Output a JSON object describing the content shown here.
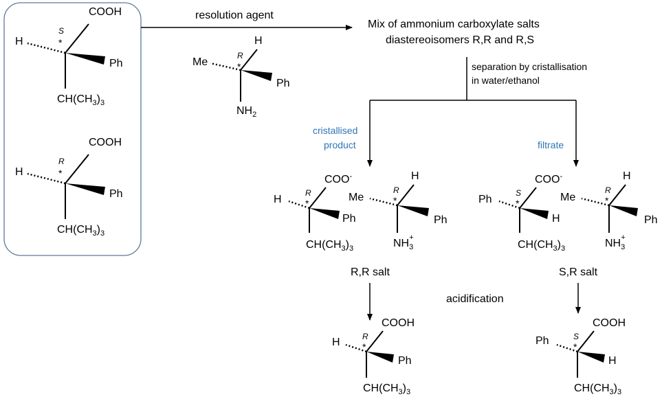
{
  "labels": {
    "resolution_agent": "resolution agent",
    "mix_line1": "Mix of  ammonium carboxylate salts",
    "mix_line2": "diastereoisomers R,R and R,S",
    "separation_line1": "separation by cristallisation",
    "separation_line2": "in water/ethanol",
    "cristallised_line1": "cristallised",
    "cristallised_line2": "product",
    "filtrate": "filtrate",
    "rr_salt": "R,R salt",
    "sr_salt": "S,R salt",
    "acidification": "acidification"
  },
  "chem": {
    "COOH": "COOH",
    "COO": "COO",
    "minus": "-",
    "H": "H",
    "Ph": "Ph",
    "Me": "Me",
    "NH": "NH",
    "two": "2",
    "three": "3",
    "plus": "+",
    "CH_open": "CH(CH",
    "close": ")",
    "S": "S",
    "R": "R",
    "star": "*"
  },
  "colors": {
    "accent_blue": "#2E75B6",
    "box_border": "#5B7A99"
  }
}
